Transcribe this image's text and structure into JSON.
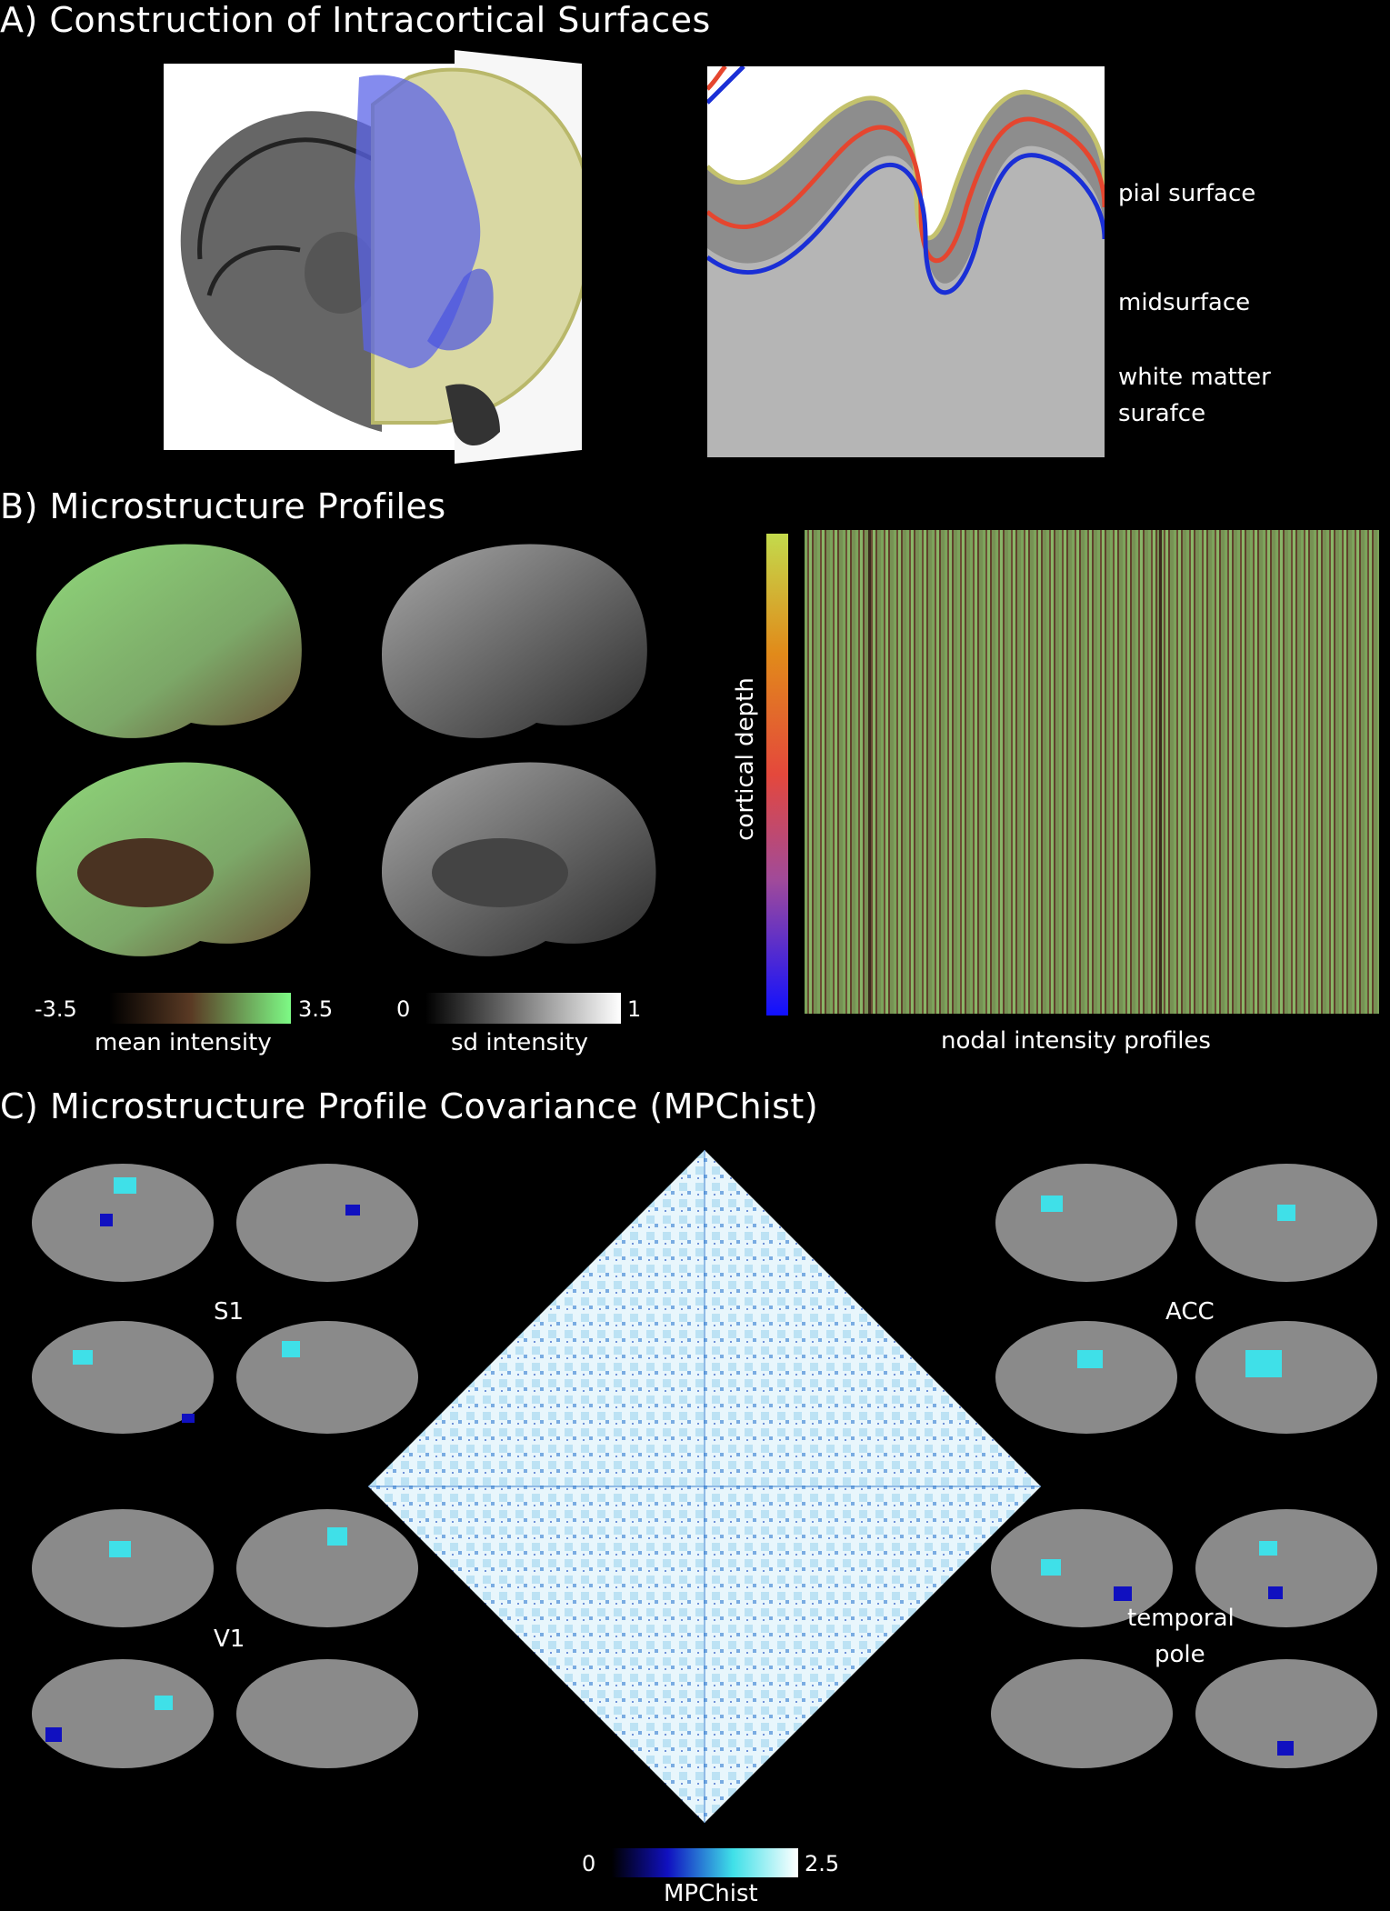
{
  "panel_a": {
    "title": "A) Construction of Intracortical Surfaces",
    "labels": {
      "pial": "pial surface",
      "mid": "midsurface",
      "wm1": "white matter",
      "wm2": "surafce"
    }
  },
  "panel_b": {
    "title": "B) Microstructure Profiles",
    "mean_bar": {
      "min": "-3.5",
      "max": "3.5",
      "label": "mean intensity"
    },
    "sd_bar": {
      "min": "0",
      "max": "1",
      "label": "sd intensity"
    },
    "depth_label": "cortical depth",
    "profiles_label": "nodal intensity profiles"
  },
  "panel_c": {
    "title": "C) Microstructure Profile Covariance (MPChist)",
    "regions": {
      "s1": "S1",
      "acc": "ACC",
      "v1": "V1",
      "tp1": "temporal",
      "tp2": "pole"
    },
    "bar": {
      "min": "0",
      "max": "2.5",
      "label": "MPChist"
    }
  },
  "colors": {
    "pial": "#c7c46e",
    "mid": "#e5462f",
    "wm": "#1a2fd6",
    "brain_green": "#8fd77a",
    "brain_brown": "#5a3a24",
    "cyan": "#3fe0e8",
    "dark_blue": "#1010c0"
  }
}
